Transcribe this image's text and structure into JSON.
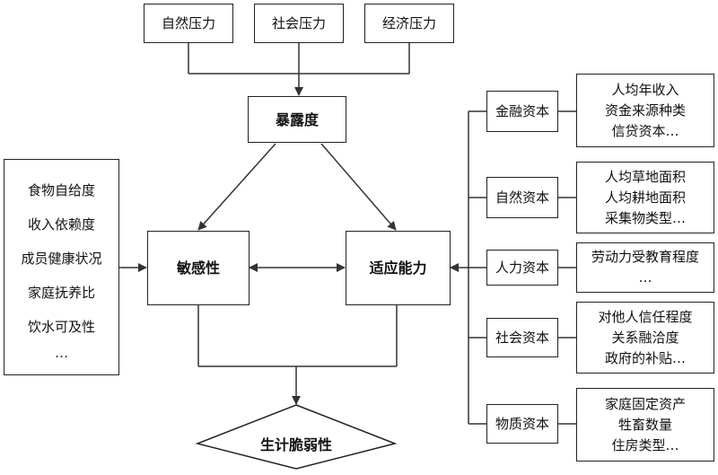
{
  "pressures": [
    "自然压力",
    "社会压力",
    "经济压力"
  ],
  "exposure": "暴露度",
  "sensitivity": "敏感性",
  "adaptive": "适应能力",
  "vulnerability": "生计脆弱性",
  "sensitivity_factors": [
    "食物自给度",
    "收入依赖度",
    "成员健康状况",
    "家庭抚养比",
    "饮水可及性",
    "…"
  ],
  "capitals": [
    {
      "name": "金融资本",
      "items": [
        "人均年收入",
        "资金来源种类",
        "信贷资本…"
      ]
    },
    {
      "name": "自然资本",
      "items": [
        "人均草地面积",
        "人均耕地面积",
        "采集物类型…"
      ]
    },
    {
      "name": "人力资本",
      "items": [
        "劳动力受教育程度",
        "…"
      ]
    },
    {
      "name": "社会资本",
      "items": [
        "对他人信任程度",
        "关系融洽度",
        "政府的补贴…"
      ]
    },
    {
      "name": "物质资本",
      "items": [
        "家庭固定资产",
        "牲畜数量",
        "住房类型…"
      ]
    }
  ]
}
